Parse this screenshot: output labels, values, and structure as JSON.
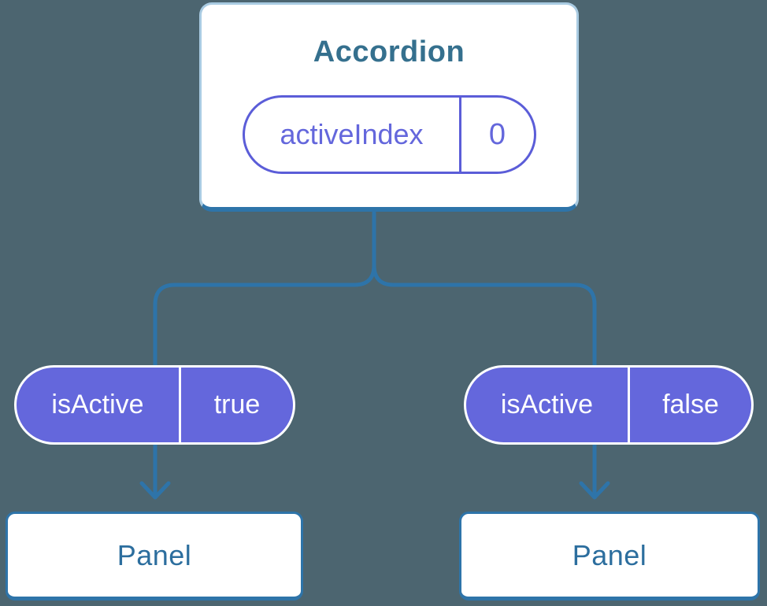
{
  "colors": {
    "background": "#4C6570",
    "connector": "#2E74A9",
    "card_bg": "#FFFFFF",
    "card_border": "#A9CBE2",
    "accordion_title": "#35708E",
    "panel_label": "#2C6E9E",
    "purple_fill": "#6467DC",
    "purple_stroke": "#5B5DD8",
    "purple_text": "#6467DC",
    "pill_divider": "#FFFFFF"
  },
  "accordion": {
    "title": "Accordion",
    "state_pill": {
      "label": "activeIndex",
      "value": "0"
    }
  },
  "props": [
    {
      "label": "isActive",
      "value": "true"
    },
    {
      "label": "isActive",
      "value": "false"
    }
  ],
  "panels": [
    {
      "label": "Panel"
    },
    {
      "label": "Panel"
    }
  ]
}
